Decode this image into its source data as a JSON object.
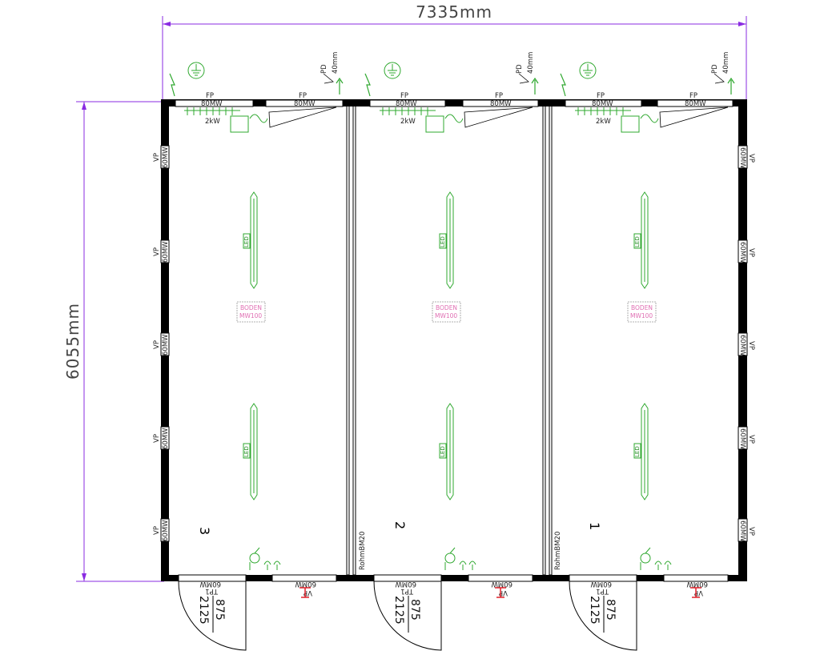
{
  "dimensions": {
    "width_label": "7335mm",
    "height_label": "6055mm"
  },
  "colors": {
    "dimension": "#8a2be2",
    "wall": "#000000",
    "fixture": "#2fa82f",
    "floor_label": "#e06fb3",
    "valve": "#e0202a"
  },
  "labels": {
    "window_top": "FP",
    "window_top_sub": "80MW",
    "window_side": "VP",
    "window_side_sub": "60MW",
    "heater": "2kW",
    "pd": "PD",
    "pd_sub": "40mm",
    "led": "LED",
    "floor_line1": "BODEN",
    "floor_line2": "MW100",
    "partition": "RohmBM20",
    "door_window": "TP1",
    "door_window_sub": "60MW",
    "door_width": "875",
    "door_height": "2125"
  },
  "rooms": [
    {
      "number": "3"
    },
    {
      "number": "2"
    },
    {
      "number": "1"
    }
  ]
}
